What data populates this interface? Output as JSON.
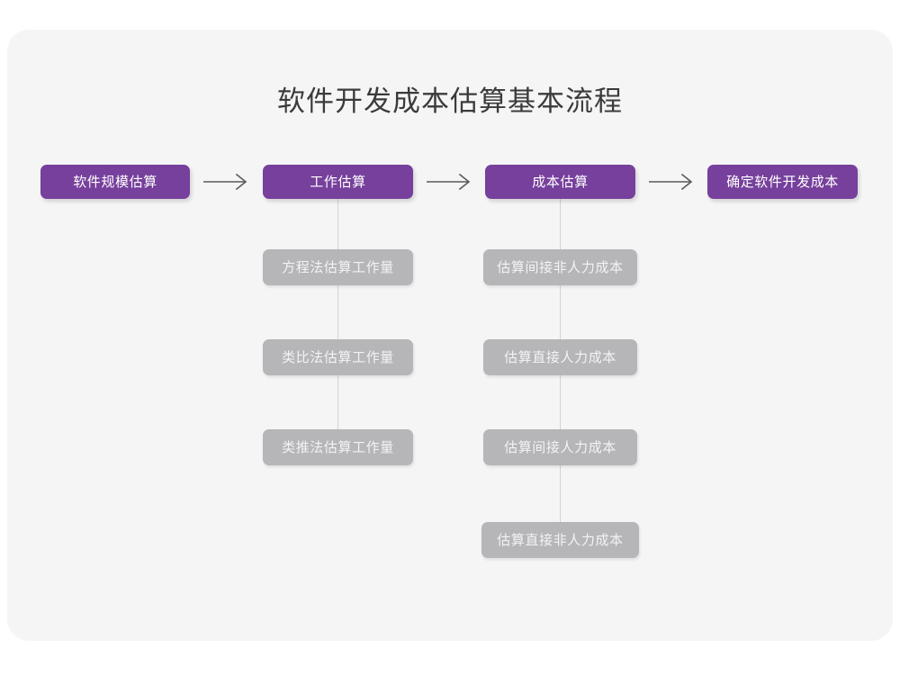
{
  "page": {
    "title": "软件开发成本估算基本流程",
    "background_color": "#ffffff",
    "panel_color": "#f5f5f6"
  },
  "theme": {
    "primary_color": "#76409c",
    "secondary_color": "#b6b6b8",
    "primary_text_color": "#ffffff",
    "secondary_text_color": "#f3f3f4",
    "title_color": "#3b3b3b",
    "connector_color": "#d2d2d4",
    "arrow_color": "#5a5a5a"
  },
  "flow": {
    "main_steps": [
      {
        "label": "软件规模估算"
      },
      {
        "label": "工作估算"
      },
      {
        "label": "成本估算"
      },
      {
        "label": "确定软件开发成本"
      }
    ],
    "connectors": [
      {
        "name": "arrow-1",
        "glyph": "→"
      },
      {
        "name": "arrow-2",
        "glyph": "→"
      },
      {
        "name": "arrow-3",
        "glyph": "→"
      }
    ],
    "branches": [
      {
        "parent": "工作估算",
        "items": [
          {
            "label": "方程法估算工作量"
          },
          {
            "label": "类比法估算工作量"
          },
          {
            "label": "类推法估算工作量"
          }
        ]
      },
      {
        "parent": "成本估算",
        "items": [
          {
            "label": "估算间接非人力成本"
          },
          {
            "label": "估算直接人力成本"
          },
          {
            "label": "估算间接人力成本"
          },
          {
            "label": "估算直接非人力成本"
          }
        ]
      }
    ]
  }
}
